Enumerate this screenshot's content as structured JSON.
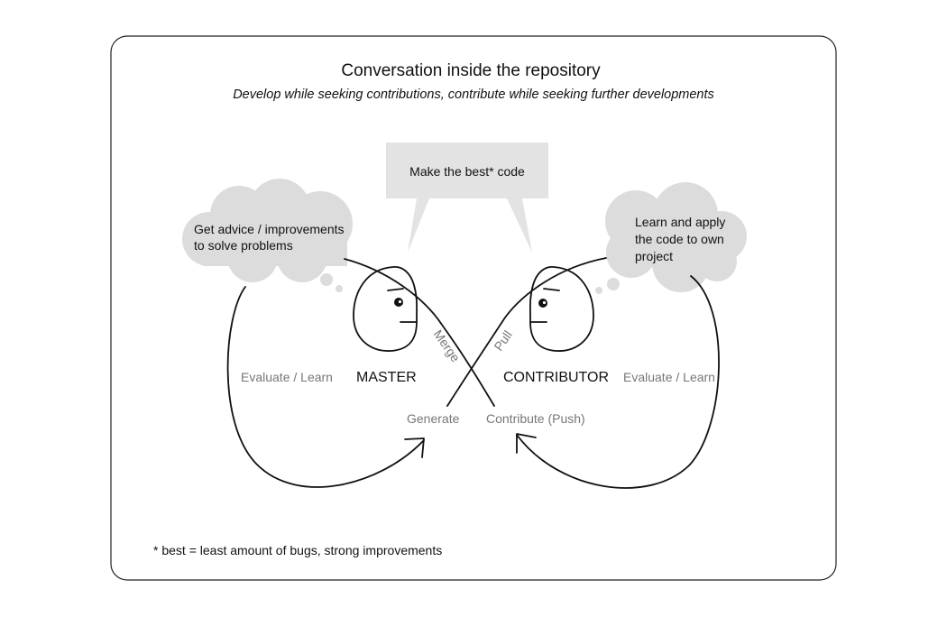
{
  "title": "Conversation inside the repository",
  "subtitle": "Develop while seeking contributions, contribute while seeking further developments",
  "speech_bubble": "Make the best* code",
  "left_cloud": {
    "line1": "Get advice / improvements",
    "line2": "to solve problems"
  },
  "right_cloud": {
    "line1": "Learn and apply",
    "line2": "the code to own",
    "line3": "project"
  },
  "master": {
    "label": "MASTER",
    "loop_label": "Evaluate / Learn",
    "action_label": "Generate",
    "arrow_label": "Merge"
  },
  "contributor": {
    "label": "CONTRIBUTOR",
    "loop_label": "Evaluate / Learn",
    "action_label": "Contribute (Push)",
    "arrow_label": "Pull"
  },
  "footnote": "* best = least amount of bugs, strong improvements"
}
